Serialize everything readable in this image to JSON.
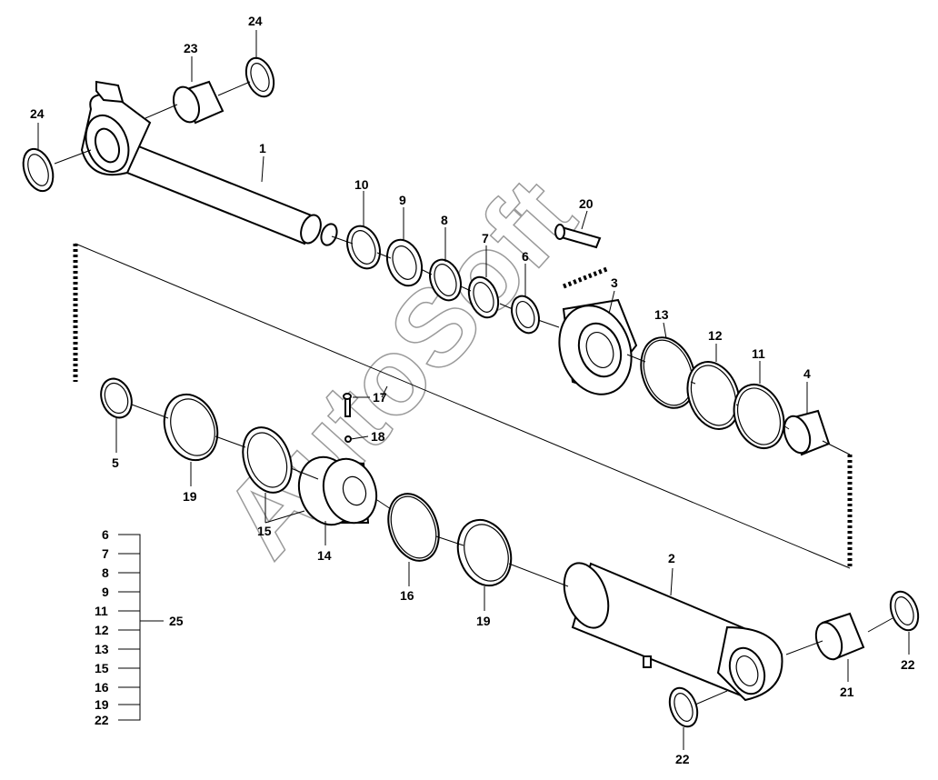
{
  "watermark": "AutoSoft",
  "callouts": [
    {
      "id": "c24a",
      "text": "24"
    },
    {
      "id": "c23",
      "text": "23"
    },
    {
      "id": "c24b",
      "text": "24"
    },
    {
      "id": "c1",
      "text": "1"
    },
    {
      "id": "c10",
      "text": "10"
    },
    {
      "id": "c9",
      "text": "9"
    },
    {
      "id": "c8",
      "text": "8"
    },
    {
      "id": "c7",
      "text": "7"
    },
    {
      "id": "c6",
      "text": "6"
    },
    {
      "id": "c20",
      "text": "20"
    },
    {
      "id": "c3",
      "text": "3"
    },
    {
      "id": "c13",
      "text": "13"
    },
    {
      "id": "c12",
      "text": "12"
    },
    {
      "id": "c11",
      "text": "11"
    },
    {
      "id": "c4",
      "text": "4"
    },
    {
      "id": "c17",
      "text": "17"
    },
    {
      "id": "c18",
      "text": "18"
    },
    {
      "id": "c5",
      "text": "5"
    },
    {
      "id": "c19a",
      "text": "19"
    },
    {
      "id": "c15",
      "text": "15"
    },
    {
      "id": "c14",
      "text": "14"
    },
    {
      "id": "c16",
      "text": "16"
    },
    {
      "id": "c19b",
      "text": "19"
    },
    {
      "id": "c2",
      "text": "2"
    },
    {
      "id": "c21",
      "text": "21"
    },
    {
      "id": "c22a",
      "text": "22"
    },
    {
      "id": "c22b",
      "text": "22"
    }
  ],
  "kit": {
    "label": "25",
    "items": [
      "6",
      "7",
      "8",
      "9",
      "11",
      "12",
      "13",
      "15",
      "16",
      "19",
      "22"
    ]
  }
}
